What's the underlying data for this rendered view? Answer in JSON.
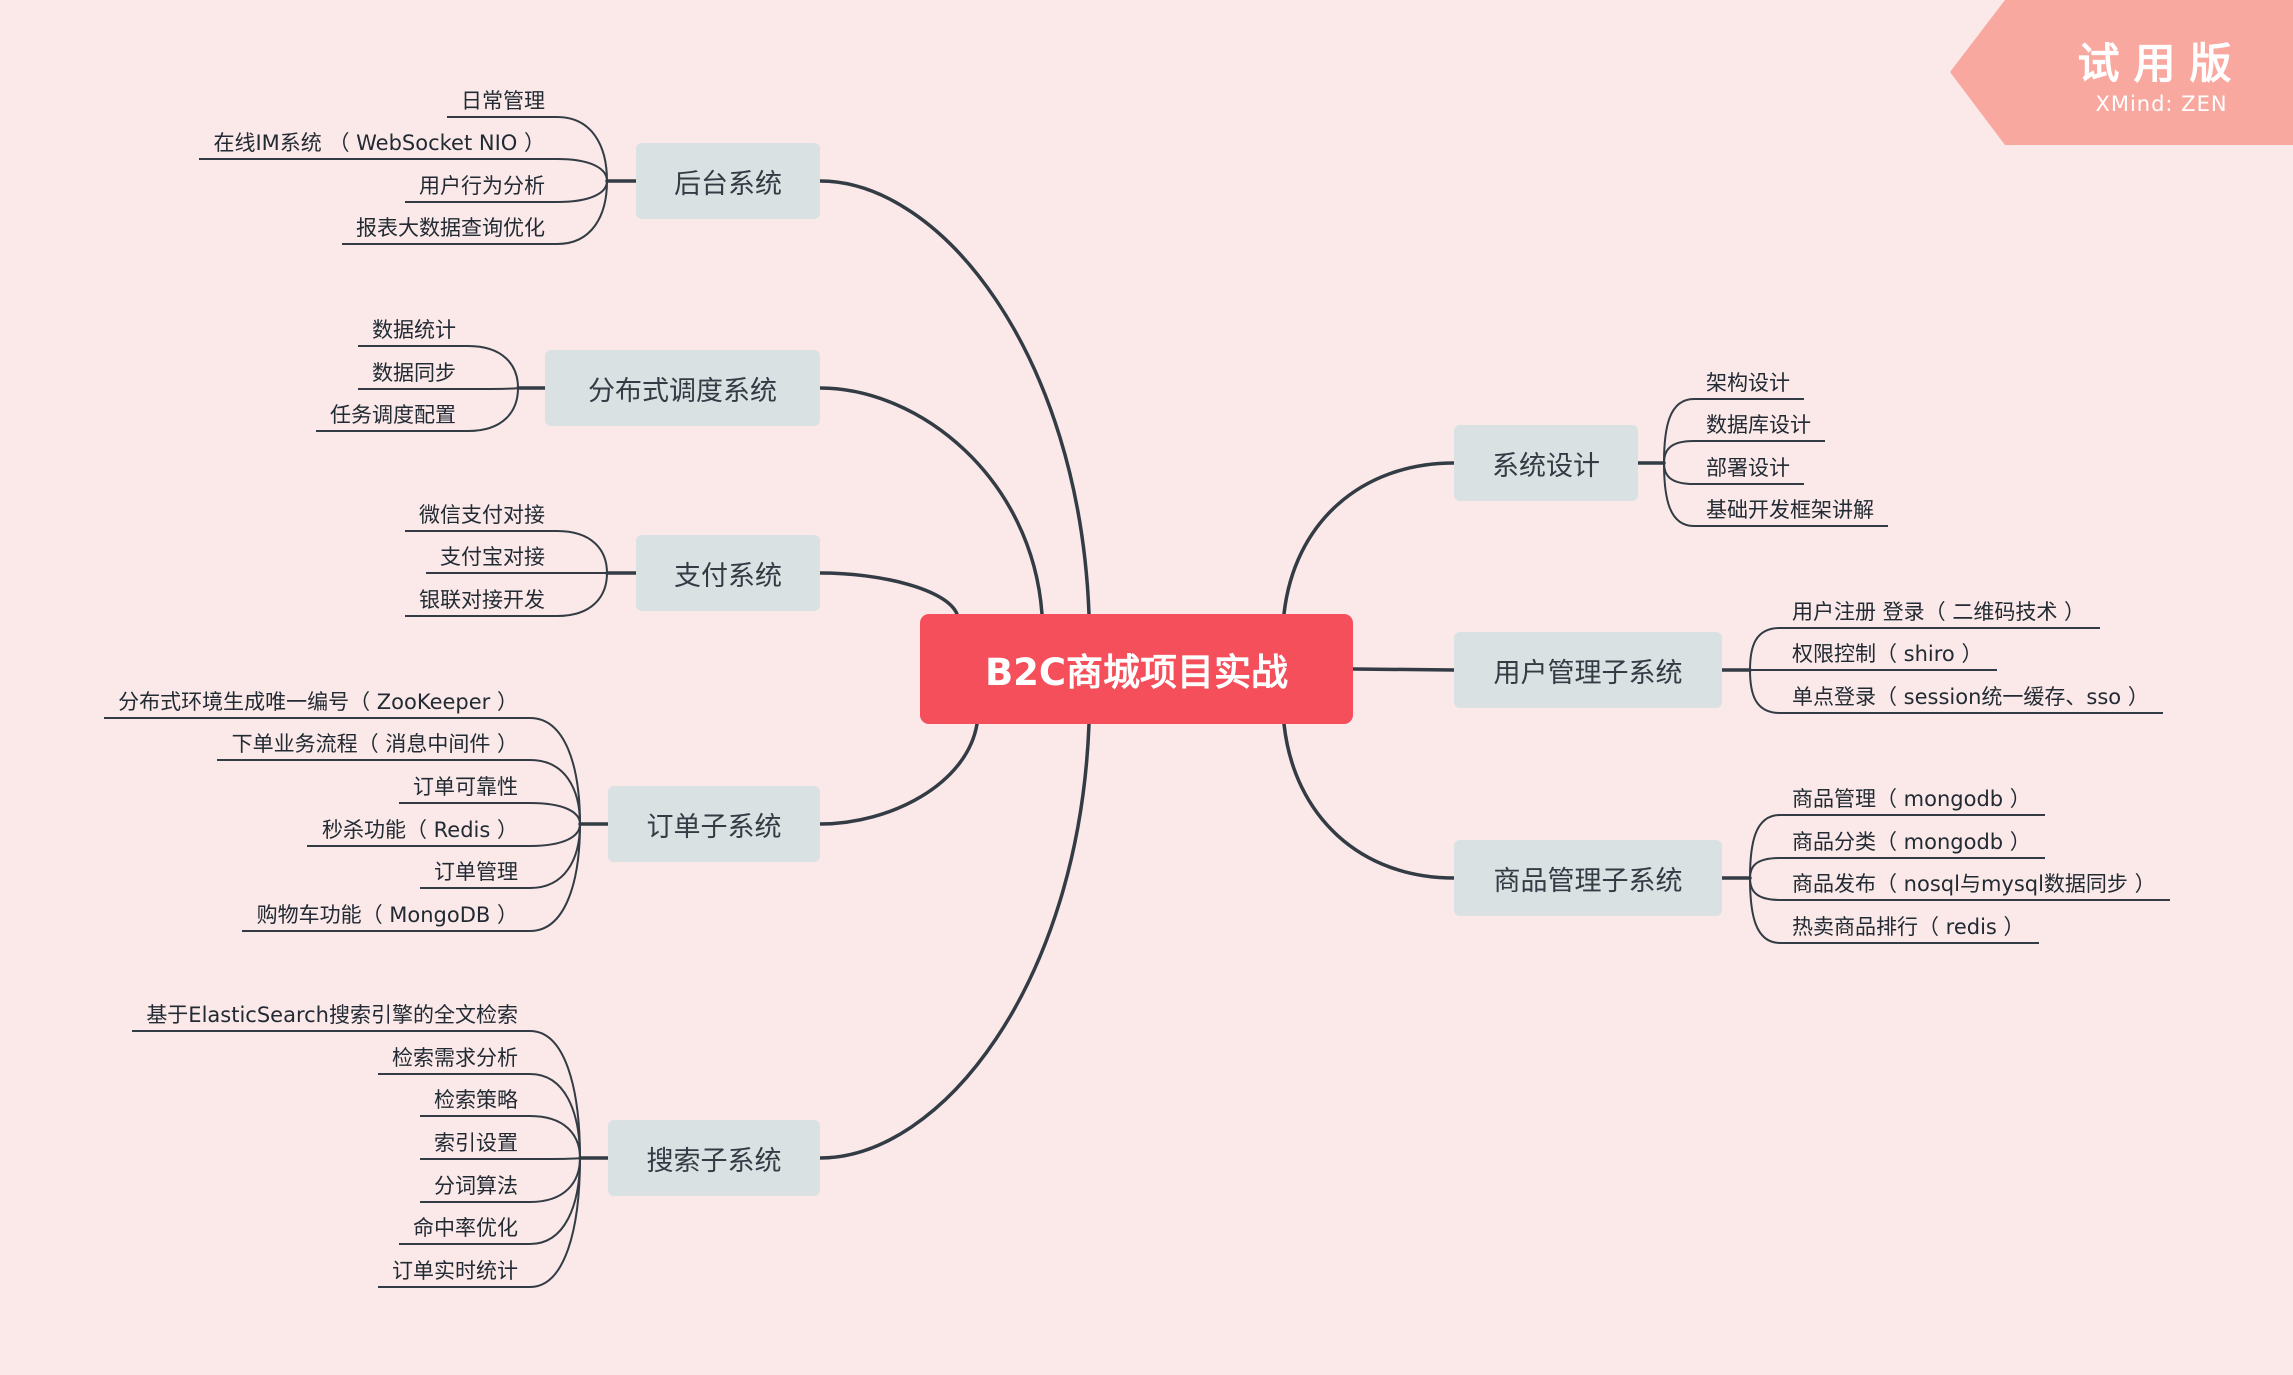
{
  "root": {
    "label": "B2C商城项目实战"
  },
  "left_branches": [
    {
      "label": "后台系统",
      "children": [
        "日常管理",
        "在线IM系统 （ WebSocket NIO ）",
        "用户行为分析",
        "报表大数据查询优化"
      ]
    },
    {
      "label": "分布式调度系统",
      "children": [
        "数据统计",
        "数据同步",
        "任务调度配置"
      ]
    },
    {
      "label": "支付系统",
      "children": [
        "微信支付对接",
        "支付宝对接",
        "银联对接开发"
      ]
    },
    {
      "label": "订单子系统",
      "children": [
        "分布式环境生成唯一编号（ ZooKeeper ）",
        "下单业务流程（ 消息中间件 ）",
        "订单可靠性",
        "秒杀功能（ Redis ）",
        "订单管理",
        "购物车功能（ MongoDB ）"
      ]
    },
    {
      "label": "搜索子系统",
      "children": [
        "基于ElasticSearch搜索引擎的全文检索",
        "检索需求分析",
        "检索策略",
        "索引设置",
        "分词算法",
        "命中率优化",
        "订单实时统计"
      ]
    }
  ],
  "right_branches": [
    {
      "label": "系统设计",
      "children": [
        "架构设计",
        "数据库设计",
        "部署设计",
        "基础开发框架讲解"
      ]
    },
    {
      "label": "用户管理子系统",
      "children": [
        "用户注册 登录（ 二维码技术 ）",
        "权限控制（ shiro ）",
        "单点登录（ session统一缓存、sso ）"
      ]
    },
    {
      "label": "商品管理子系统",
      "children": [
        "商品管理（ mongodb ）",
        "商品分类（ mongodb ）",
        "商品发布（ nosql与mysql数据同步 ）",
        "热卖商品排行（ redis ）"
      ]
    }
  ],
  "watermark": {
    "title": "试用版",
    "subtitle": "XMind: ZEN"
  },
  "colors": {
    "background": "#fae9e8",
    "root": "#f44f5b",
    "branch": "#d9e1e2",
    "line": "#333b44",
    "watermark": "#f9a8a0"
  }
}
